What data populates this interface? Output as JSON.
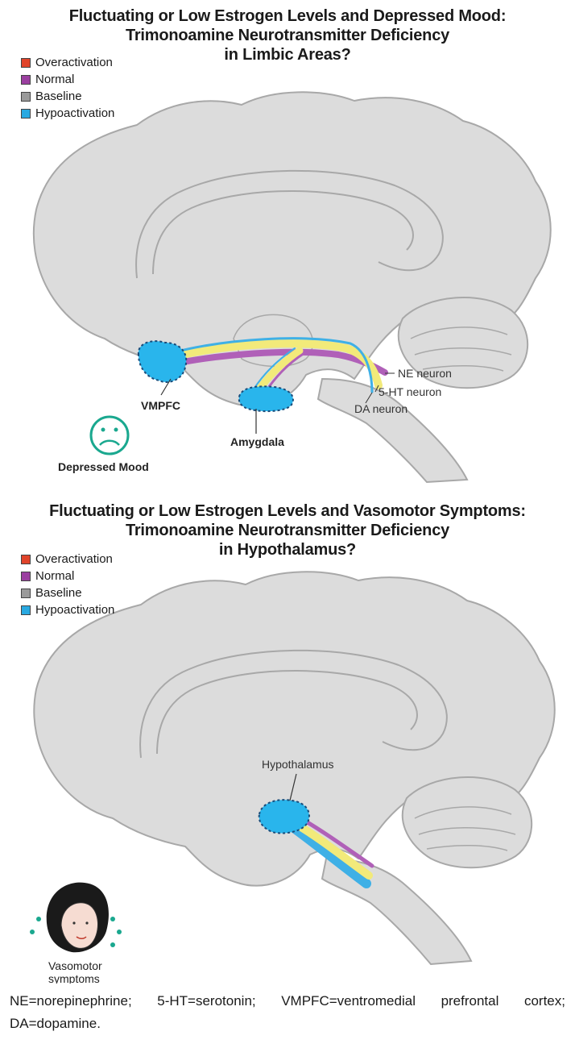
{
  "panel1": {
    "title_lines": [
      "Fluctuating or Low Estrogen Levels and Depressed Mood:",
      "Trimonoamine Neurotransmitter Deficiency",
      "in Limbic Areas?"
    ],
    "labels": {
      "ne": "NE neuron",
      "ht": "5-HT neuron",
      "da": "DA neuron",
      "vmpfc": "VMPFC",
      "amygdala": "Amygdala",
      "mood": "Depressed Mood"
    }
  },
  "panel2": {
    "title_lines": [
      "Fluctuating or Low Estrogen Levels and Vasomotor Symptoms:",
      "Trimonoamine Neurotransmitter Deficiency",
      "in Hypothalamus?"
    ],
    "labels": {
      "hypothalamus": "Hypothalamus",
      "vasomotor_line1": "Vasomotor",
      "vasomotor_line2": "symptoms"
    }
  },
  "legend": [
    {
      "label": "Overactivation",
      "color": "#e0442a"
    },
    {
      "label": "Normal",
      "color": "#9b3fa0"
    },
    {
      "label": "Baseline",
      "color": "#9a9a9a"
    },
    {
      "label": "Hypoactivation",
      "color": "#29a9e1"
    }
  ],
  "colors": {
    "brain_fill": "#dcdcdc",
    "brain_stroke": "#a8a8a8",
    "hypo": "#29b5ec",
    "ne_tract": "#b060b8",
    "ht_tract": "#f2ea7a",
    "da_tract": "#3fb0e6",
    "face": "#1aa88f"
  },
  "footnote": "NE=norepinephrine; 5-HT=serotonin; VMPFC=ventromedial prefrontal cortex; DA=dopamine."
}
